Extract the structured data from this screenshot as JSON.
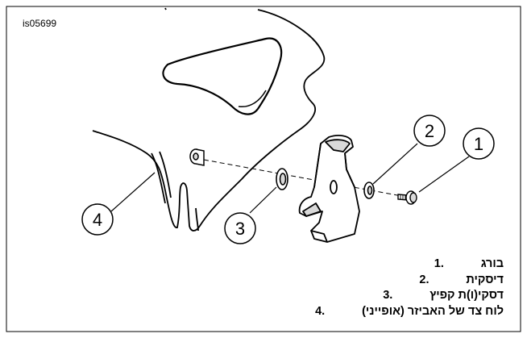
{
  "figure_id": "is05699",
  "callouts": [
    {
      "number": "1",
      "target": "screw"
    },
    {
      "number": "2",
      "target": "washer"
    },
    {
      "number": "3",
      "target": "clip washer"
    },
    {
      "number": "4",
      "target": "air cleaner side plate"
    }
  ],
  "legend": [
    {
      "number": "1.",
      "text": "בורג"
    },
    {
      "number": "2.",
      "text": "דיסקית"
    },
    {
      "number": "3.",
      "text": "דסקי(ו)ת קפיץ"
    },
    {
      "number": "4.",
      "text": "לוח צד של האביזר (אופייני)"
    }
  ],
  "colors": {
    "line": "#000000",
    "fill": "#ffffff",
    "shade": "#d9d9d9"
  }
}
